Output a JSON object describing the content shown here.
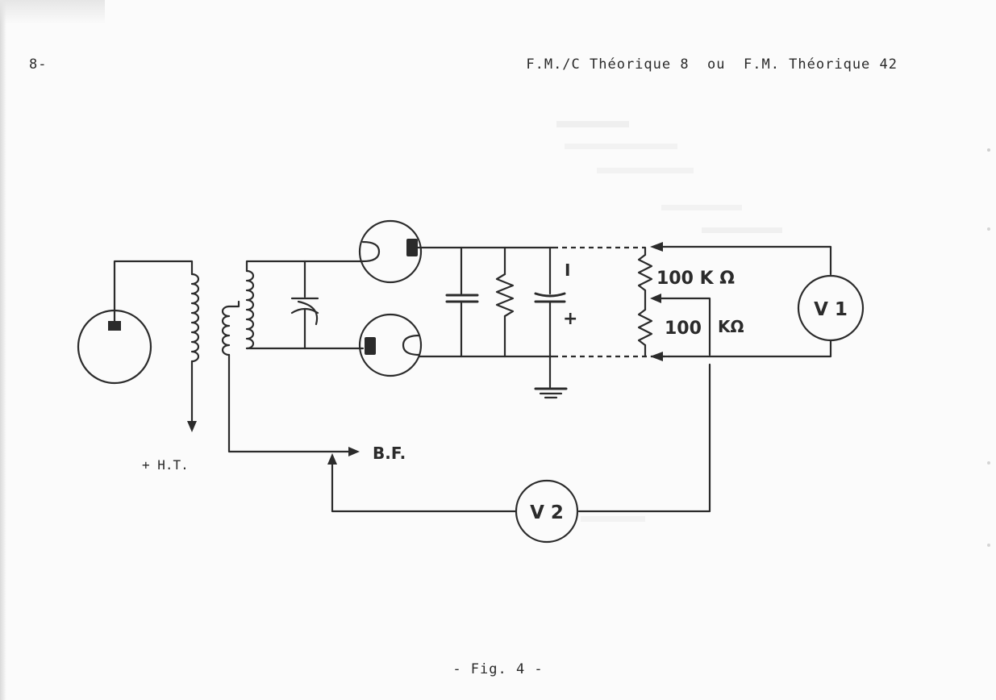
{
  "header": {
    "page_number": "8-",
    "title": "F.M./C Théorique 8  ou  F.M. Théorique 42"
  },
  "figure": {
    "resistor_top_label": "100 K Ω",
    "resistor_bottom_value": "100",
    "resistor_bottom_unit": "KΩ",
    "electrolytic_minus": "I",
    "electrolytic_plus": "+",
    "supply_label": "+ H.T.",
    "output_label": "B.F.",
    "voltmeter_1": "V 1",
    "voltmeter_2": "V 2"
  },
  "caption": "- Fig. 4 -"
}
